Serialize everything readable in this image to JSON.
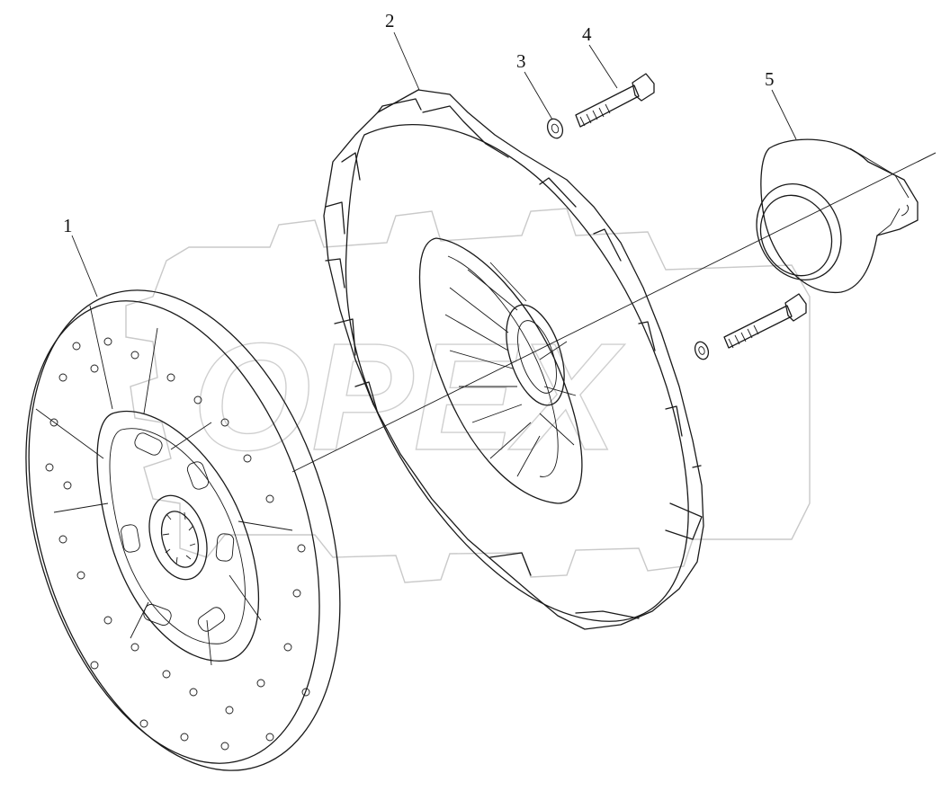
{
  "callouts": [
    {
      "id": "1",
      "label": "1"
    },
    {
      "id": "2",
      "label": "2"
    },
    {
      "id": "3",
      "label": "3"
    },
    {
      "id": "4",
      "label": "4"
    },
    {
      "id": "5",
      "label": "5"
    }
  ],
  "parts": {
    "p1": "clutch-disc",
    "p2": "pressure-plate",
    "p3": "washer",
    "p4": "bolt",
    "p5": "release-bearing"
  },
  "watermark": "OPEX",
  "colors": {
    "line": "#1a1a1a",
    "watermark": "#c9c9c9",
    "background": "#ffffff"
  }
}
